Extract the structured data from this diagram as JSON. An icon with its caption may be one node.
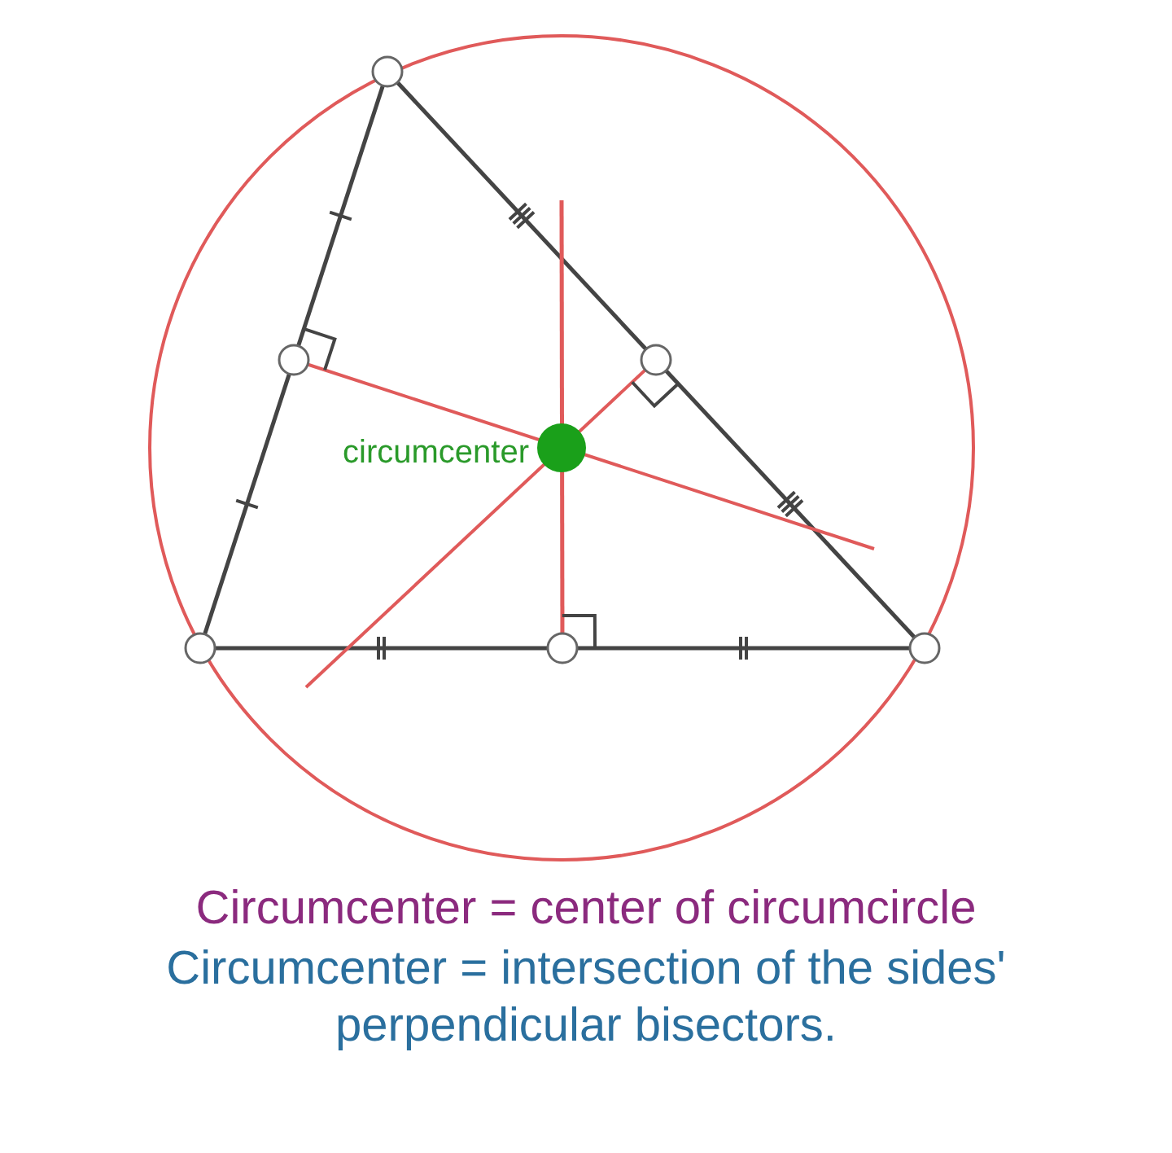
{
  "diagram": {
    "labels": [
      "circumcenter",
      "Circumcenter = center of circumcircle",
      "Circumcenter = intersection of the sides' perpendicular bisectors."
    ]
  }
}
